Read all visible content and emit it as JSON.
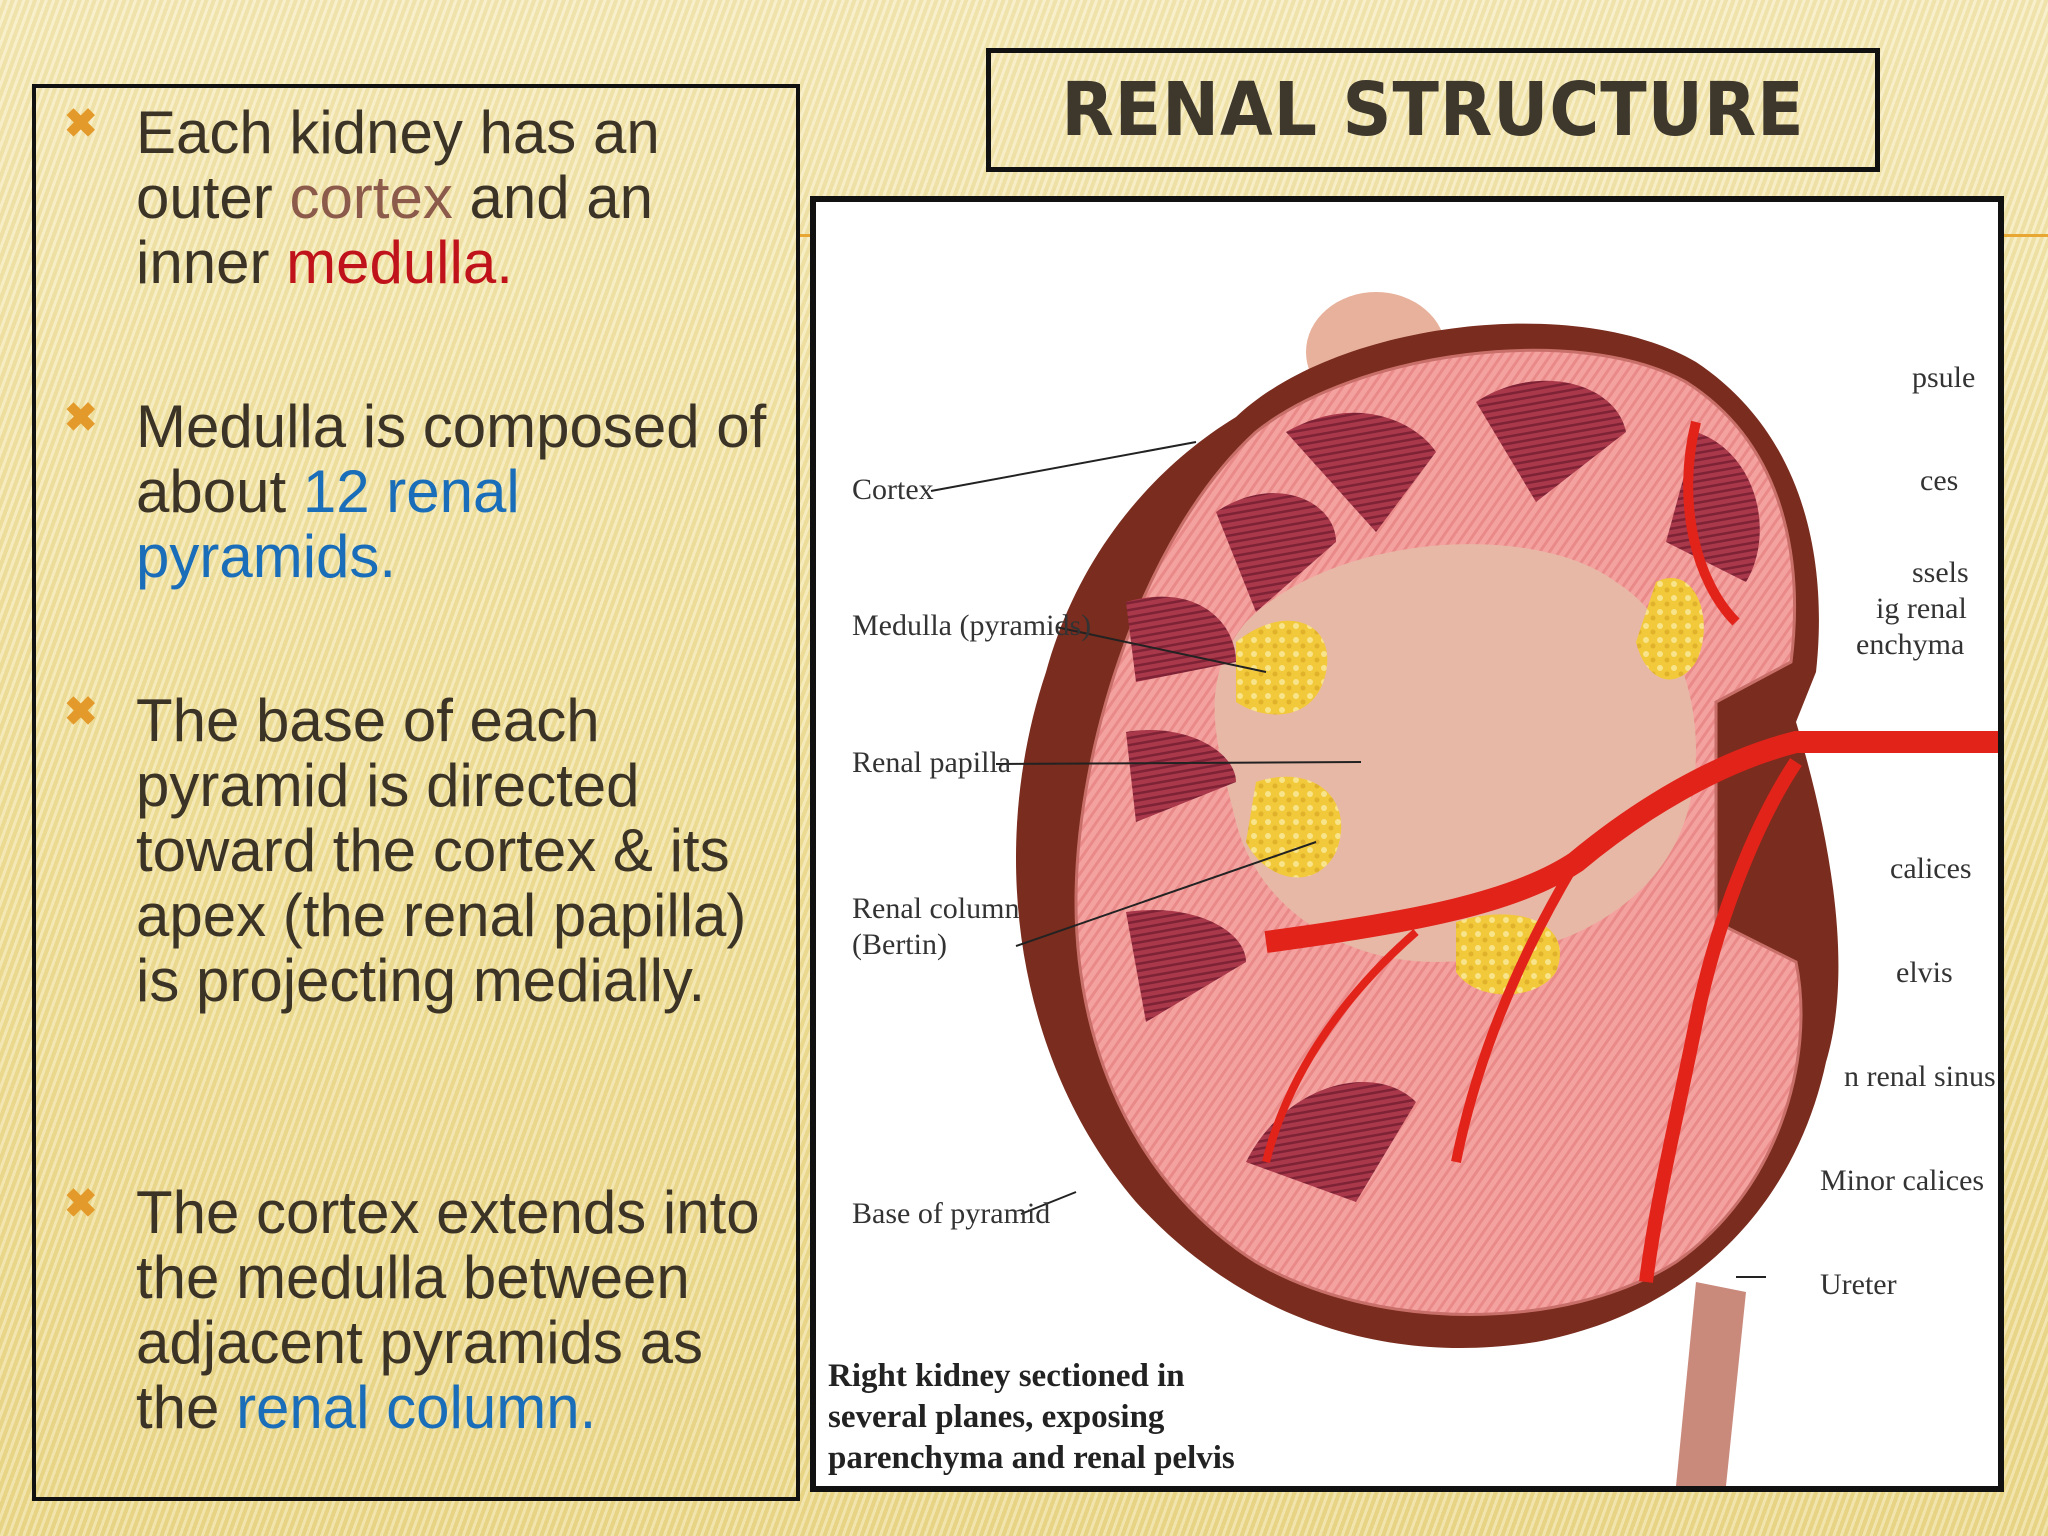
{
  "title": "RENAL STRUCTURE",
  "bullets": [
    {
      "parts": [
        {
          "text": "Each kidney has an outer "
        },
        {
          "text": "cortex",
          "style": "cortex"
        },
        {
          "text": " and an inner "
        },
        {
          "text": "medulla.",
          "style": "medulla"
        }
      ]
    },
    {
      "parts": [
        {
          "text": "Medulla is composed of about "
        },
        {
          "text": "12 renal pyramids.",
          "style": "blue"
        }
      ]
    },
    {
      "parts": [
        {
          "text": "The base of each pyramid is directed toward the cortex & its apex (the renal papilla) is projecting medially."
        }
      ]
    },
    {
      "parts": [
        {
          "text": "The cortex extends into the medulla between adjacent pyramids as the "
        },
        {
          "text": "renal column.",
          "style": "blue"
        }
      ]
    }
  ],
  "figure": {
    "labels": {
      "cortex": "Cortex",
      "medulla": "Medulla (pyramids)",
      "papilla": "Renal papilla",
      "column_1": "Renal column",
      "column_2": "(Bertin)",
      "base": "Base of pyramid",
      "capsule": "psule",
      "ces": "ces",
      "vessels_1": "ssels",
      "vessels_2": "ig renal",
      "vessels_3": "enchyma",
      "calices": "calices",
      "pelvis": "elvis",
      "sinus": "n renal sinus",
      "minor": "Minor calices",
      "ureter": "Ureter"
    },
    "caption": [
      "Right kidney sectioned in",
      "several planes, exposing",
      "parenchyma and renal pelvis"
    ]
  }
}
